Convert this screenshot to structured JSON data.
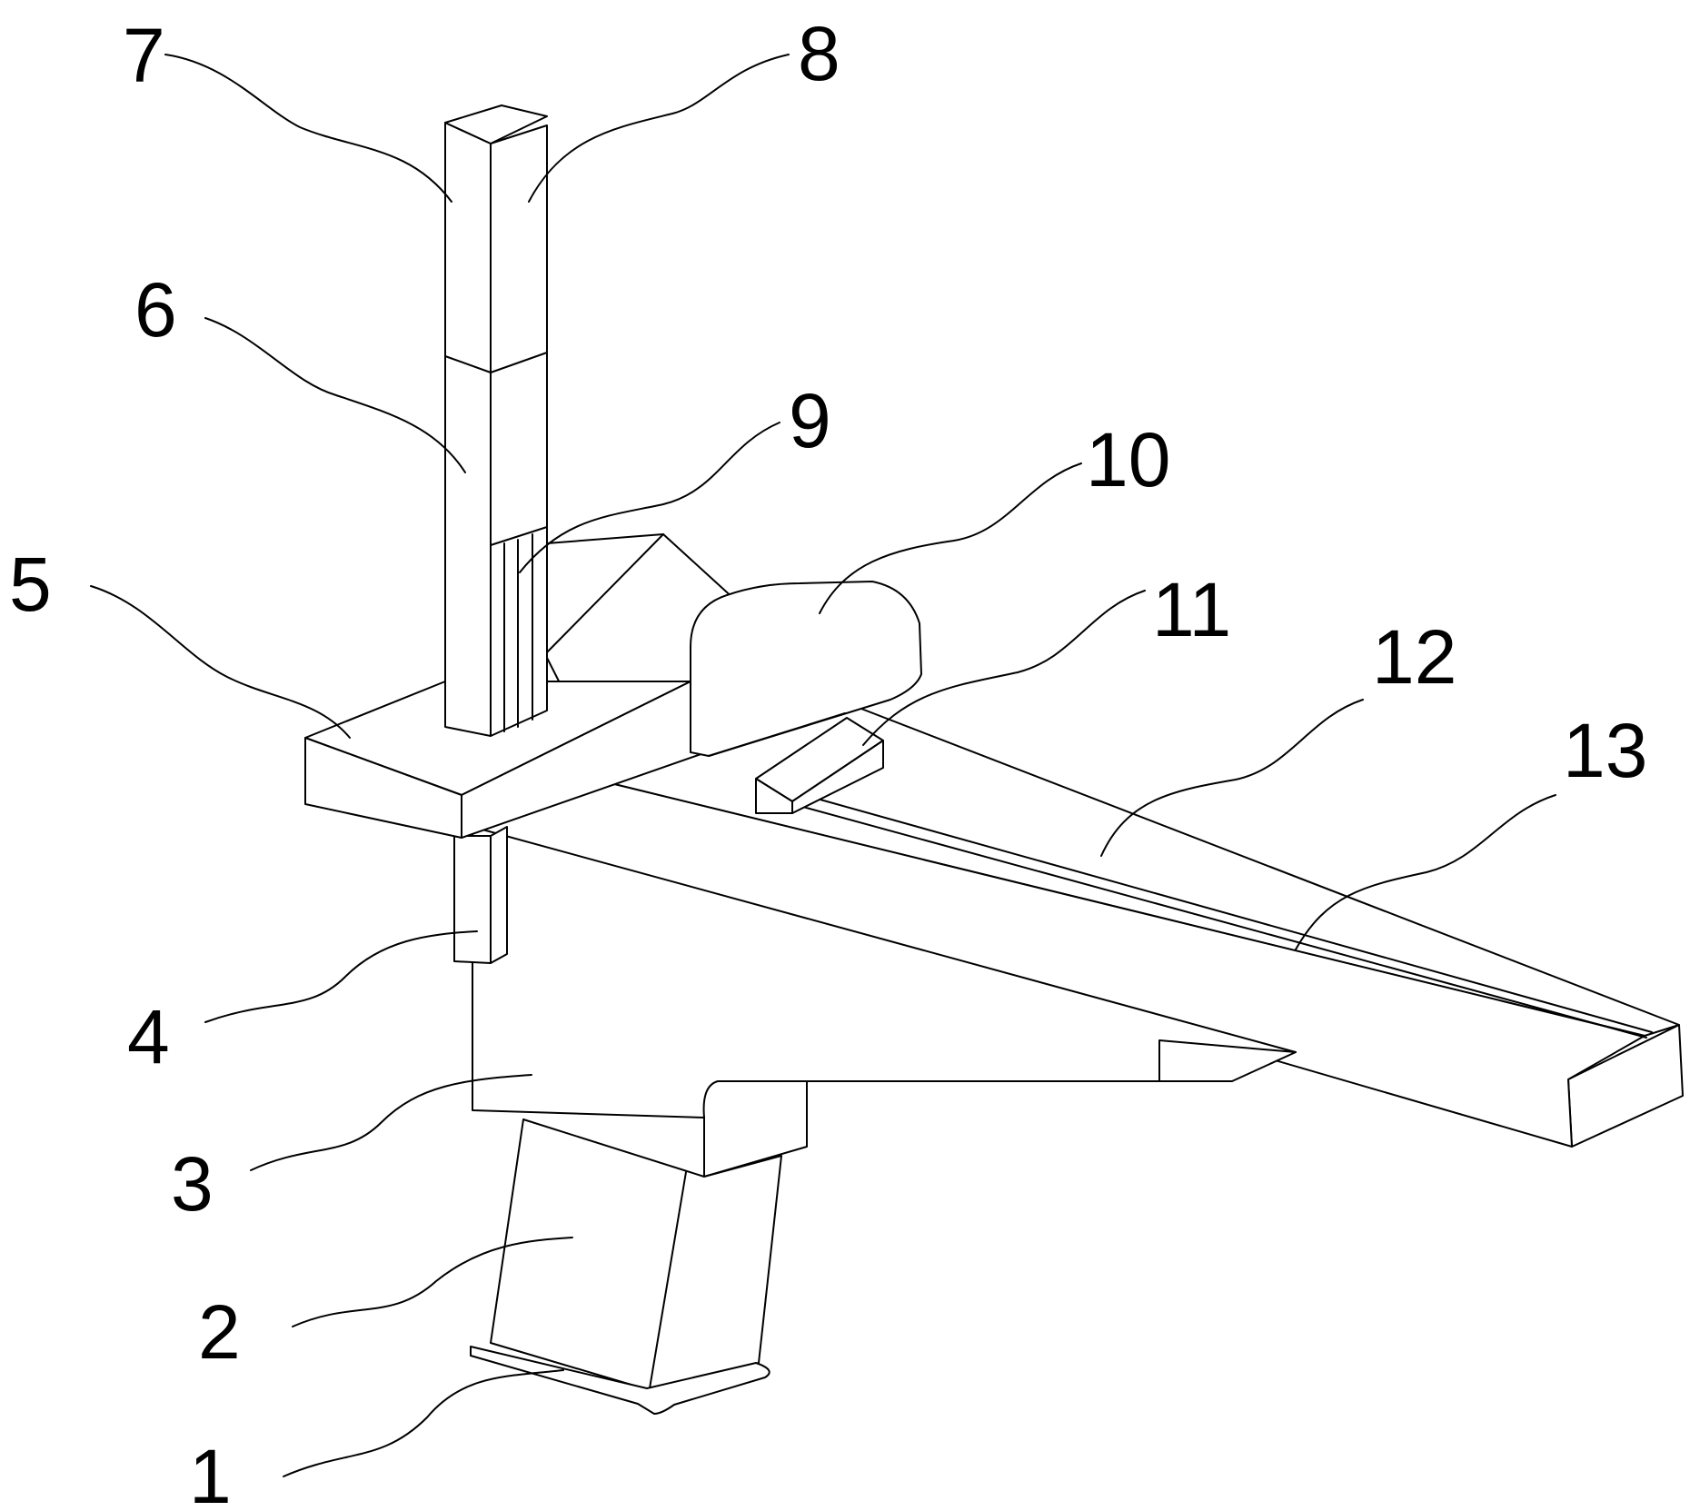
{
  "diagram": {
    "callouts": [
      {
        "id": "c1",
        "text": "1"
      },
      {
        "id": "c2",
        "text": "2"
      },
      {
        "id": "c3",
        "text": "3"
      },
      {
        "id": "c4",
        "text": "4"
      },
      {
        "id": "c5",
        "text": "5"
      },
      {
        "id": "c6",
        "text": "6"
      },
      {
        "id": "c7",
        "text": "7"
      },
      {
        "id": "c8",
        "text": "8"
      },
      {
        "id": "c9",
        "text": "9"
      },
      {
        "id": "c10",
        "text": "10"
      },
      {
        "id": "c11",
        "text": "11"
      },
      {
        "id": "c12",
        "text": "12"
      },
      {
        "id": "c13",
        "text": "13"
      }
    ],
    "colors": {
      "line": "#000000",
      "background": "#ffffff"
    }
  }
}
